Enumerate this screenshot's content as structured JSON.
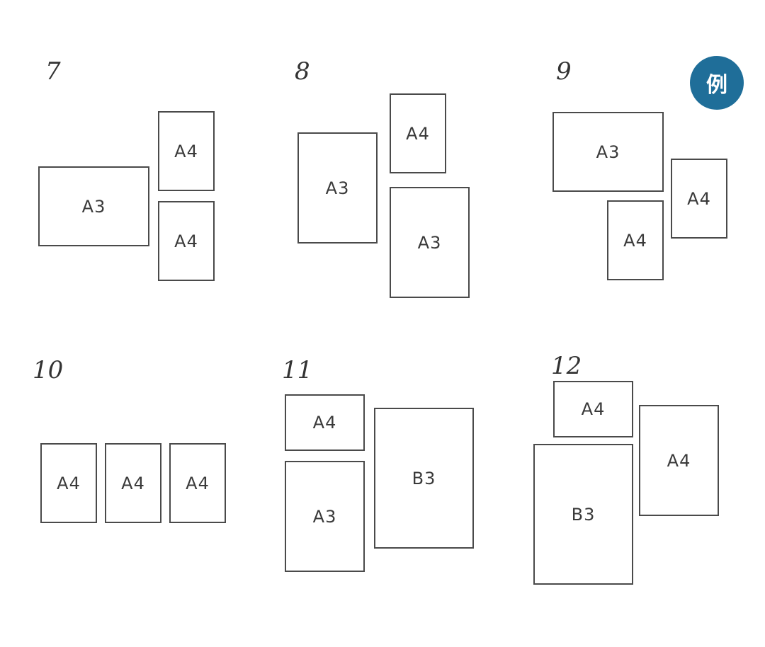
{
  "badge": {
    "text": "例",
    "color": "#1f6e99"
  },
  "groups": [
    {
      "number": "7",
      "boxes": [
        "A3",
        "A4",
        "A4"
      ]
    },
    {
      "number": "8",
      "boxes": [
        "A3",
        "A4",
        "A3"
      ]
    },
    {
      "number": "9",
      "boxes": [
        "A3",
        "A4",
        "A4"
      ]
    },
    {
      "number": "10",
      "boxes": [
        "A4",
        "A4",
        "A4"
      ]
    },
    {
      "number": "11",
      "boxes": [
        "A4",
        "A3",
        "B3"
      ]
    },
    {
      "number": "12",
      "boxes": [
        "A4",
        "B3",
        "A4"
      ]
    }
  ]
}
